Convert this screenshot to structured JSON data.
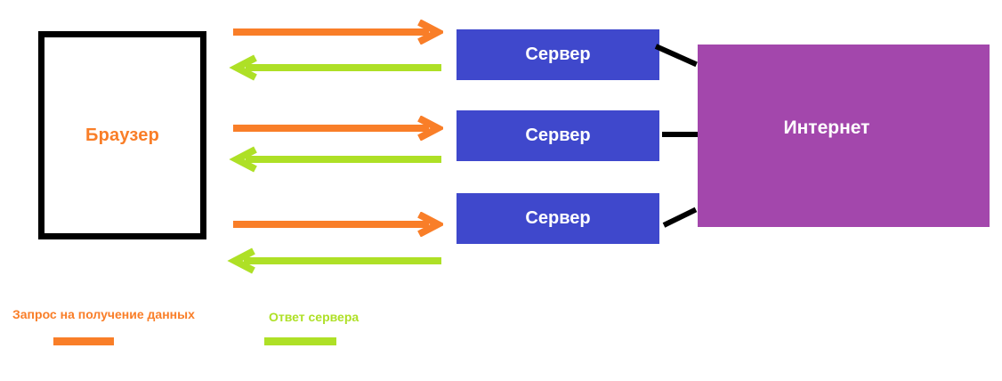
{
  "diagram": {
    "title": "Browser-Server-Internet request/response diagram",
    "colors": {
      "orange": "#F97E28",
      "green": "#AEE026",
      "blue": "#3F48CC",
      "purple": "#A347AC",
      "black": "#000000",
      "white": "#FFFFFF"
    }
  },
  "browser": {
    "label": "Браузер"
  },
  "servers": [
    {
      "label": "Сервер"
    },
    {
      "label": "Сервер"
    },
    {
      "label": "Сервер"
    }
  ],
  "internet": {
    "label": "Интернет"
  },
  "arrows": [
    {
      "direction": "right",
      "kind": "request",
      "color": "#F97E28"
    },
    {
      "direction": "left",
      "kind": "response",
      "color": "#AEE026"
    },
    {
      "direction": "right",
      "kind": "request",
      "color": "#F97E28"
    },
    {
      "direction": "left",
      "kind": "response",
      "color": "#AEE026"
    },
    {
      "direction": "right",
      "kind": "request",
      "color": "#F97E28"
    },
    {
      "direction": "left",
      "kind": "response",
      "color": "#AEE026"
    }
  ],
  "legend": {
    "request": {
      "label": "Запрос на получение данных",
      "color": "#F97E28"
    },
    "response": {
      "label": "Ответ сервера",
      "color": "#AEE026"
    }
  }
}
